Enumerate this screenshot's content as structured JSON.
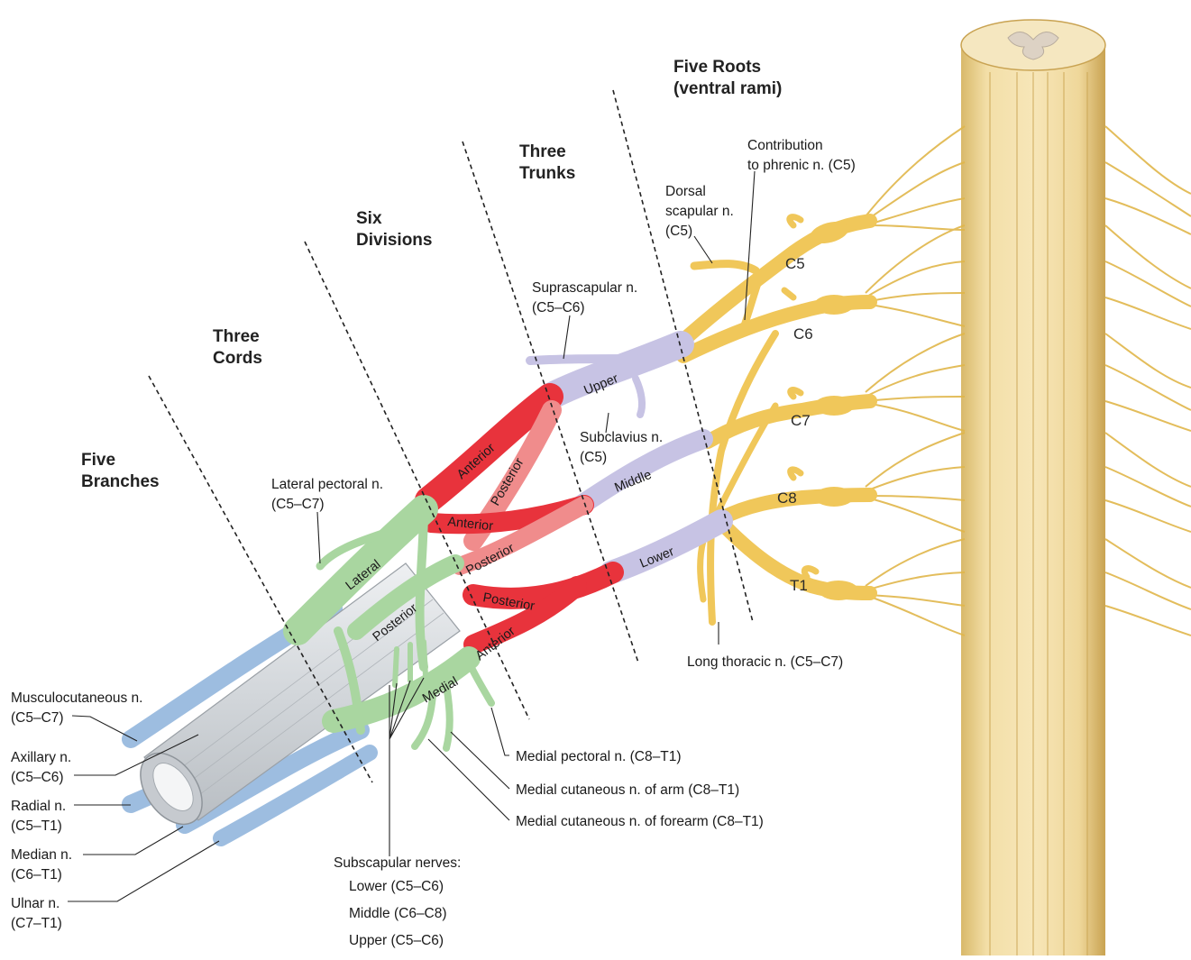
{
  "colors": {
    "root": "#f0c75a",
    "root_dark": "#c99b2b",
    "trunk": "#c7c3e4",
    "division": "#e8333c",
    "division_light": "#f08c8c",
    "cord": "#a9d6a0",
    "branch": "#9dbde0",
    "artery": "#d9dcdf",
    "cord_body": "#efdcae"
  },
  "headers": {
    "roots_line1": "Five Roots",
    "roots_line2": "(ventral rami)",
    "trunks_line1": "Three",
    "trunks_line2": "Trunks",
    "divisions_line1": "Six",
    "divisions_line2": "Divisions",
    "cords_line1": "Three",
    "cords_line2": "Cords",
    "branches_line1": "Five",
    "branches_line2": "Branches"
  },
  "roots": [
    "C5",
    "C6",
    "C7",
    "C8",
    "T1"
  ],
  "trunks": {
    "upper": "Upper",
    "middle": "Middle",
    "lower": "Lower"
  },
  "divisions": {
    "upper_anterior": "Anterior",
    "upper_posterior": "Posterior",
    "middle_anterior": "Anterior",
    "middle_posterior": "Posterior",
    "lower_posterior": "Posterior",
    "lower_anterior": "Anterior"
  },
  "cords": {
    "lateral": "Lateral",
    "posterior": "Posterior",
    "medial": "Medial"
  },
  "nerves": {
    "phrenic_line1": "Contribution",
    "phrenic_line2": "to phrenic n. (C5)",
    "dorsal_line1": "Dorsal",
    "dorsal_line2": "scapular n.",
    "dorsal_line3": "(C5)",
    "suprascapular_line1": "Suprascapular n.",
    "suprascapular_line2": "(C5–C6)",
    "subclavius_line1": "Subclavius n.",
    "subclavius_line2": "(C5)",
    "lateral_pectoral_line1": "Lateral pectoral n.",
    "lateral_pectoral_line2": "(C5–C7)",
    "long_thoracic": "Long thoracic n. (C5–C7)",
    "medial_pectoral": "Medial pectoral n. (C8–T1)",
    "medial_cut_arm": "Medial cutaneous n. of arm (C8–T1)",
    "medial_cut_forearm": "Medial cutaneous n. of forearm (C8–T1)",
    "musculocutaneous_line1": "Musculocutaneous n.",
    "musculocutaneous_line2": "(C5–C7)",
    "axillary_line1": "Axillary n.",
    "axillary_line2": "(C5–C6)",
    "radial_line1": "Radial n.",
    "radial_line2": "(C5–T1)",
    "median_line1": "Median n.",
    "median_line2": "(C6–T1)",
    "ulnar_line1": "Ulnar n.",
    "ulnar_line2": "(C7–T1)",
    "subscapular_title": "Subscapular nerves:",
    "subscapular_lower": "Lower (C5–C6)",
    "subscapular_middle": "Middle (C6–C8)",
    "subscapular_upper": "Upper (C5–C6)"
  }
}
